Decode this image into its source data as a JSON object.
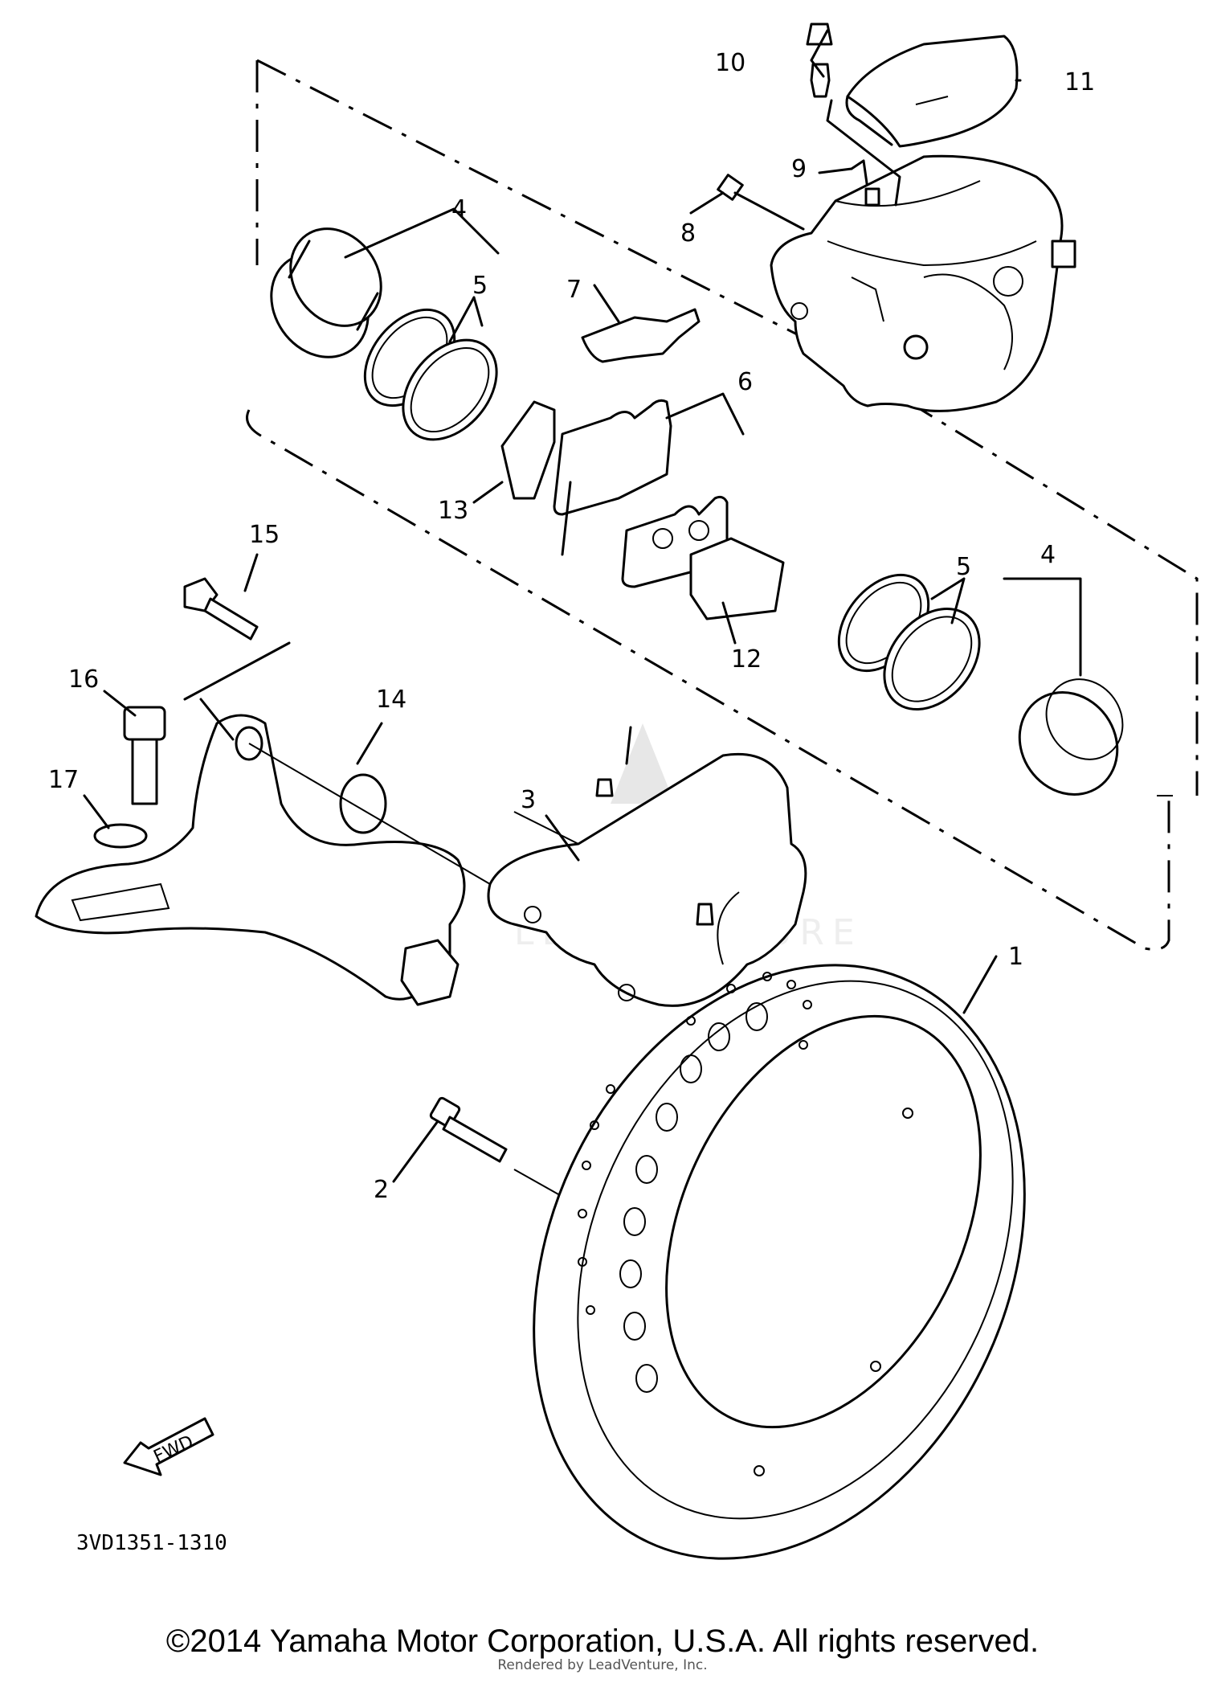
{
  "diagram": {
    "callouts": [
      "1",
      "2",
      "3",
      "4",
      "4",
      "5",
      "5",
      "6",
      "7",
      "8",
      "9",
      "10",
      "11",
      "12",
      "13",
      "14",
      "15",
      "16",
      "17"
    ],
    "fwd_label": "FWD",
    "part_code": "3VD1351-1310",
    "watermark": "LEADVENTURE"
  },
  "footer": {
    "copyright": "©2014 Yamaha Motor Corporation, U.S.A. All rights reserved.",
    "rendered_by": "Rendered by LeadVenture, Inc."
  }
}
